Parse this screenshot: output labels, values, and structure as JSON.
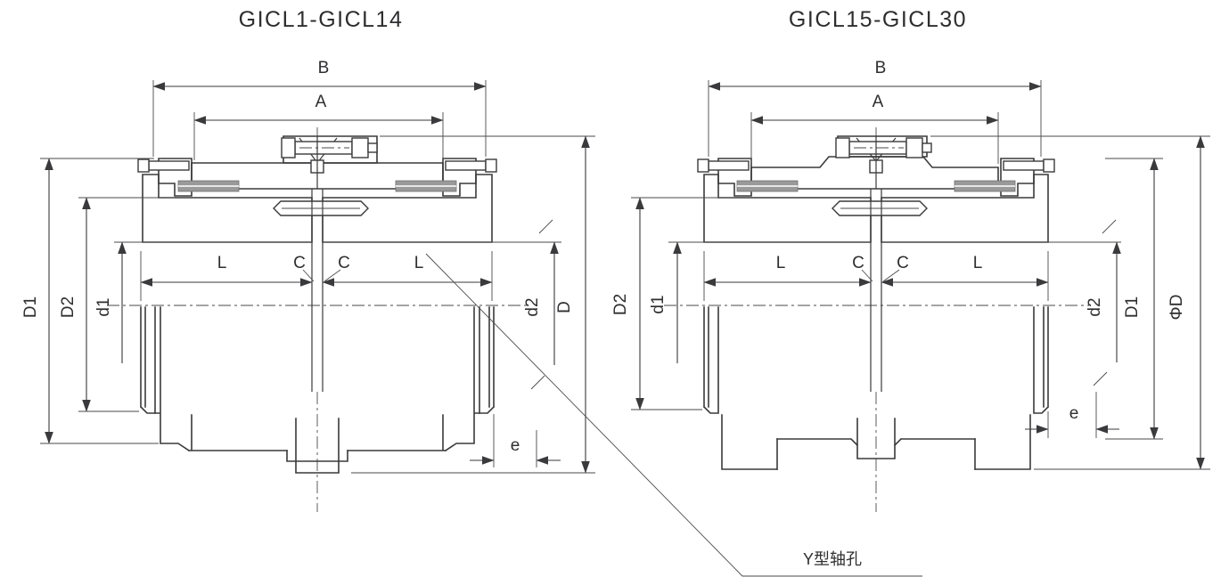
{
  "figure": {
    "left_diagram": {
      "title": "GICL1-GICL14",
      "dims": {
        "B": "B",
        "A": "A",
        "L_left": "L",
        "C_left": "C",
        "C_right": "C",
        "L_right": "L",
        "D1": "D1",
        "D2": "D2",
        "d1": "d1",
        "d2": "d2",
        "D": "D",
        "e": "e"
      }
    },
    "right_diagram": {
      "title": "GICL15-GICL30",
      "dims": {
        "B": "B",
        "A": "A",
        "L_left": "L",
        "C_left": "C",
        "C_right": "C",
        "L_right": "L",
        "D2": "D2",
        "d1": "d1",
        "d2": "d2",
        "D1": "D1",
        "PhiD": "ΦD",
        "e": "e"
      }
    },
    "callout": {
      "shaft_hole_label": "Y型轴孔"
    },
    "colors": {
      "line": "#3a3a3c",
      "background": "#ffffff",
      "seal_strip": "#9a9a9a"
    }
  }
}
